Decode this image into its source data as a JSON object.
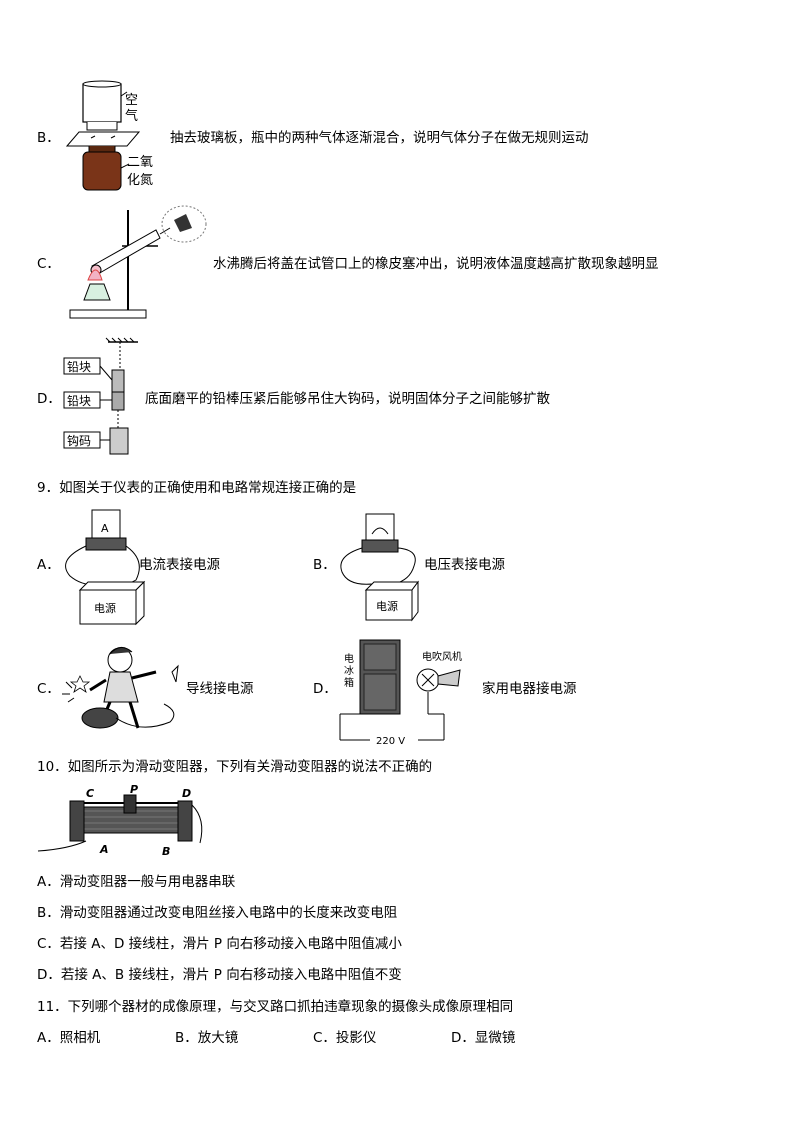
{
  "q8": {
    "B": {
      "letter": "B．",
      "text": "抽去玻璃板，瓶中的两种气体逐渐混合，说明气体分子在做无规则运动",
      "fig_label_top_1": "空",
      "fig_label_top_2": "气",
      "fig_label_bottom_1": "二氧",
      "fig_label_bottom_2": "化氮"
    },
    "C": {
      "letter": "C．",
      "text": "水沸腾后将盖在试管口上的橡皮塞冲出，说明液体温度越高扩散现象越明显"
    },
    "D": {
      "letter": "D．",
      "text": "底面磨平的铅棒压紧后能够吊住大钩码，说明固体分子之间能够扩散",
      "fig_label_1": "铅块",
      "fig_label_2": "铅块",
      "fig_label_3": "钩码"
    }
  },
  "q9": {
    "stem": "9．如图关于仪表的正确使用和电路常规连接正确的是",
    "A": {
      "letter": "A．",
      "text": "电流表接电源",
      "meter_mark": "A",
      "source_label": "电源"
    },
    "B": {
      "letter": "B．",
      "text": "电压表接电源",
      "source_label": "电源"
    },
    "C": {
      "letter": "C．",
      "text": "导线接电源"
    },
    "D": {
      "letter": "D．",
      "text": "家用电器接电源",
      "fridge_1": "电",
      "fridge_2": "冰",
      "fridge_3": "箱",
      "dryer_label": "电吹风机",
      "voltage_label": "220 V"
    }
  },
  "q10": {
    "stem": "10．如图所示为滑动变阻器，下列有关滑动变阻器的说法不正确的",
    "fig": {
      "C": "C",
      "P": "P",
      "D": "D",
      "A": "A",
      "B": "B"
    },
    "options": [
      "A．滑动变阻器一般与用电器串联",
      "B．滑动变阻器通过改变电阻丝接入电路中的长度来改变电阻",
      "C．若接 A、D 接线柱，滑片 P 向右移动接入电路中阻值减小",
      "D．若接 A、B 接线柱，滑片 P 向右移动接入电路中阻值不变"
    ]
  },
  "q11": {
    "stem": "11．下列哪个器材的成像原理，与交叉路口抓拍违章现象的摄像头成像原理相同",
    "options": [
      "A．照相机",
      "B．放大镜",
      "C．投影仪",
      "D．显微镜"
    ]
  }
}
